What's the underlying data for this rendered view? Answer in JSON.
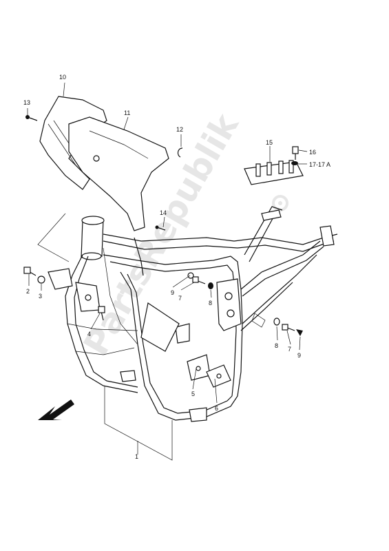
{
  "watermark": {
    "text": "PartsRepublik"
  },
  "labels": {
    "l1": "1",
    "l2": "2",
    "l3": "3",
    "l4": "4",
    "l5": "5",
    "l6": "6",
    "l7a": "7",
    "l7b": "7",
    "l8a": "8",
    "l8b": "8",
    "l9a": "9",
    "l9b": "9",
    "l10": "10",
    "l11": "11",
    "l12": "12",
    "l13": "13",
    "l14": "14",
    "l15": "15",
    "l16": "16",
    "l17": "17-17 A"
  },
  "colors": {
    "ink": "#111111",
    "watermark": "#e6e6e6",
    "background": "#ffffff"
  },
  "icons": {
    "front_arrow": "arrow-down-left-icon"
  }
}
